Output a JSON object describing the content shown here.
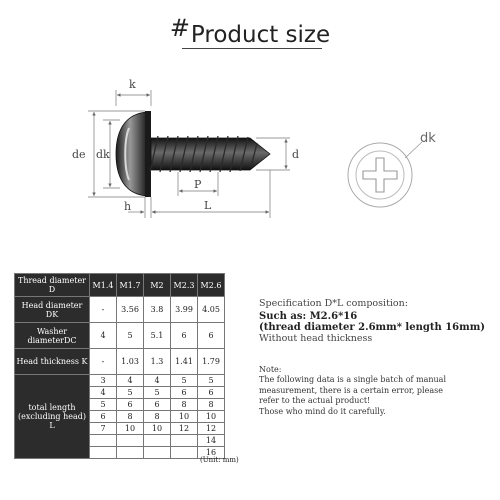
{
  "title": {
    "prefix": "#",
    "text": "Product size"
  },
  "drawing": {
    "labels": {
      "k": "k",
      "de": "de",
      "dk": "dk",
      "p": "P",
      "d": "d",
      "h": "h",
      "L": "L",
      "dk_side": "dk"
    }
  },
  "table": {
    "header": [
      "Thread diameter D",
      "M1.4",
      "M1.7",
      "M2",
      "M2.3",
      "M2.6"
    ],
    "rows": [
      {
        "label": "Head diameter DK",
        "values": [
          "-",
          "3.56",
          "3.8",
          "3.99",
          "4.05"
        ]
      },
      {
        "label": "Washer diameterDC",
        "values": [
          "4",
          "5",
          "5.1",
          "6",
          "6"
        ]
      },
      {
        "label": "Head thickness K",
        "values": [
          "-",
          "1.03",
          "1.3",
          "1.41",
          "1.79"
        ]
      }
    ],
    "length_label": "total length\n(excluding head)\nL",
    "lengths": [
      [
        "3",
        "4",
        "4",
        "5",
        "5"
      ],
      [
        "4",
        "5",
        "5",
        "6",
        "6"
      ],
      [
        "5",
        "6",
        "6",
        "8",
        "8"
      ],
      [
        "6",
        "8",
        "8",
        "10",
        "10"
      ],
      [
        "7",
        "10",
        "10",
        "12",
        "12"
      ],
      [
        "",
        "",
        "",
        "",
        "14"
      ],
      [
        "",
        "",
        "",
        "",
        "16"
      ]
    ],
    "unit": "(Unit: mm)"
  },
  "spec": {
    "line1": "Specification D*L composition:",
    "line2": "Such as: M2.6*16",
    "line3": "(thread diameter 2.6mm* length 16mm)",
    "line4": "Without head thickness"
  },
  "note": {
    "lines": [
      "Note:",
      "The following data is a single batch of manual",
      "measurement, there is a certain error, please",
      "refer to the actual product!",
      "Those who mind do it carefully."
    ]
  }
}
